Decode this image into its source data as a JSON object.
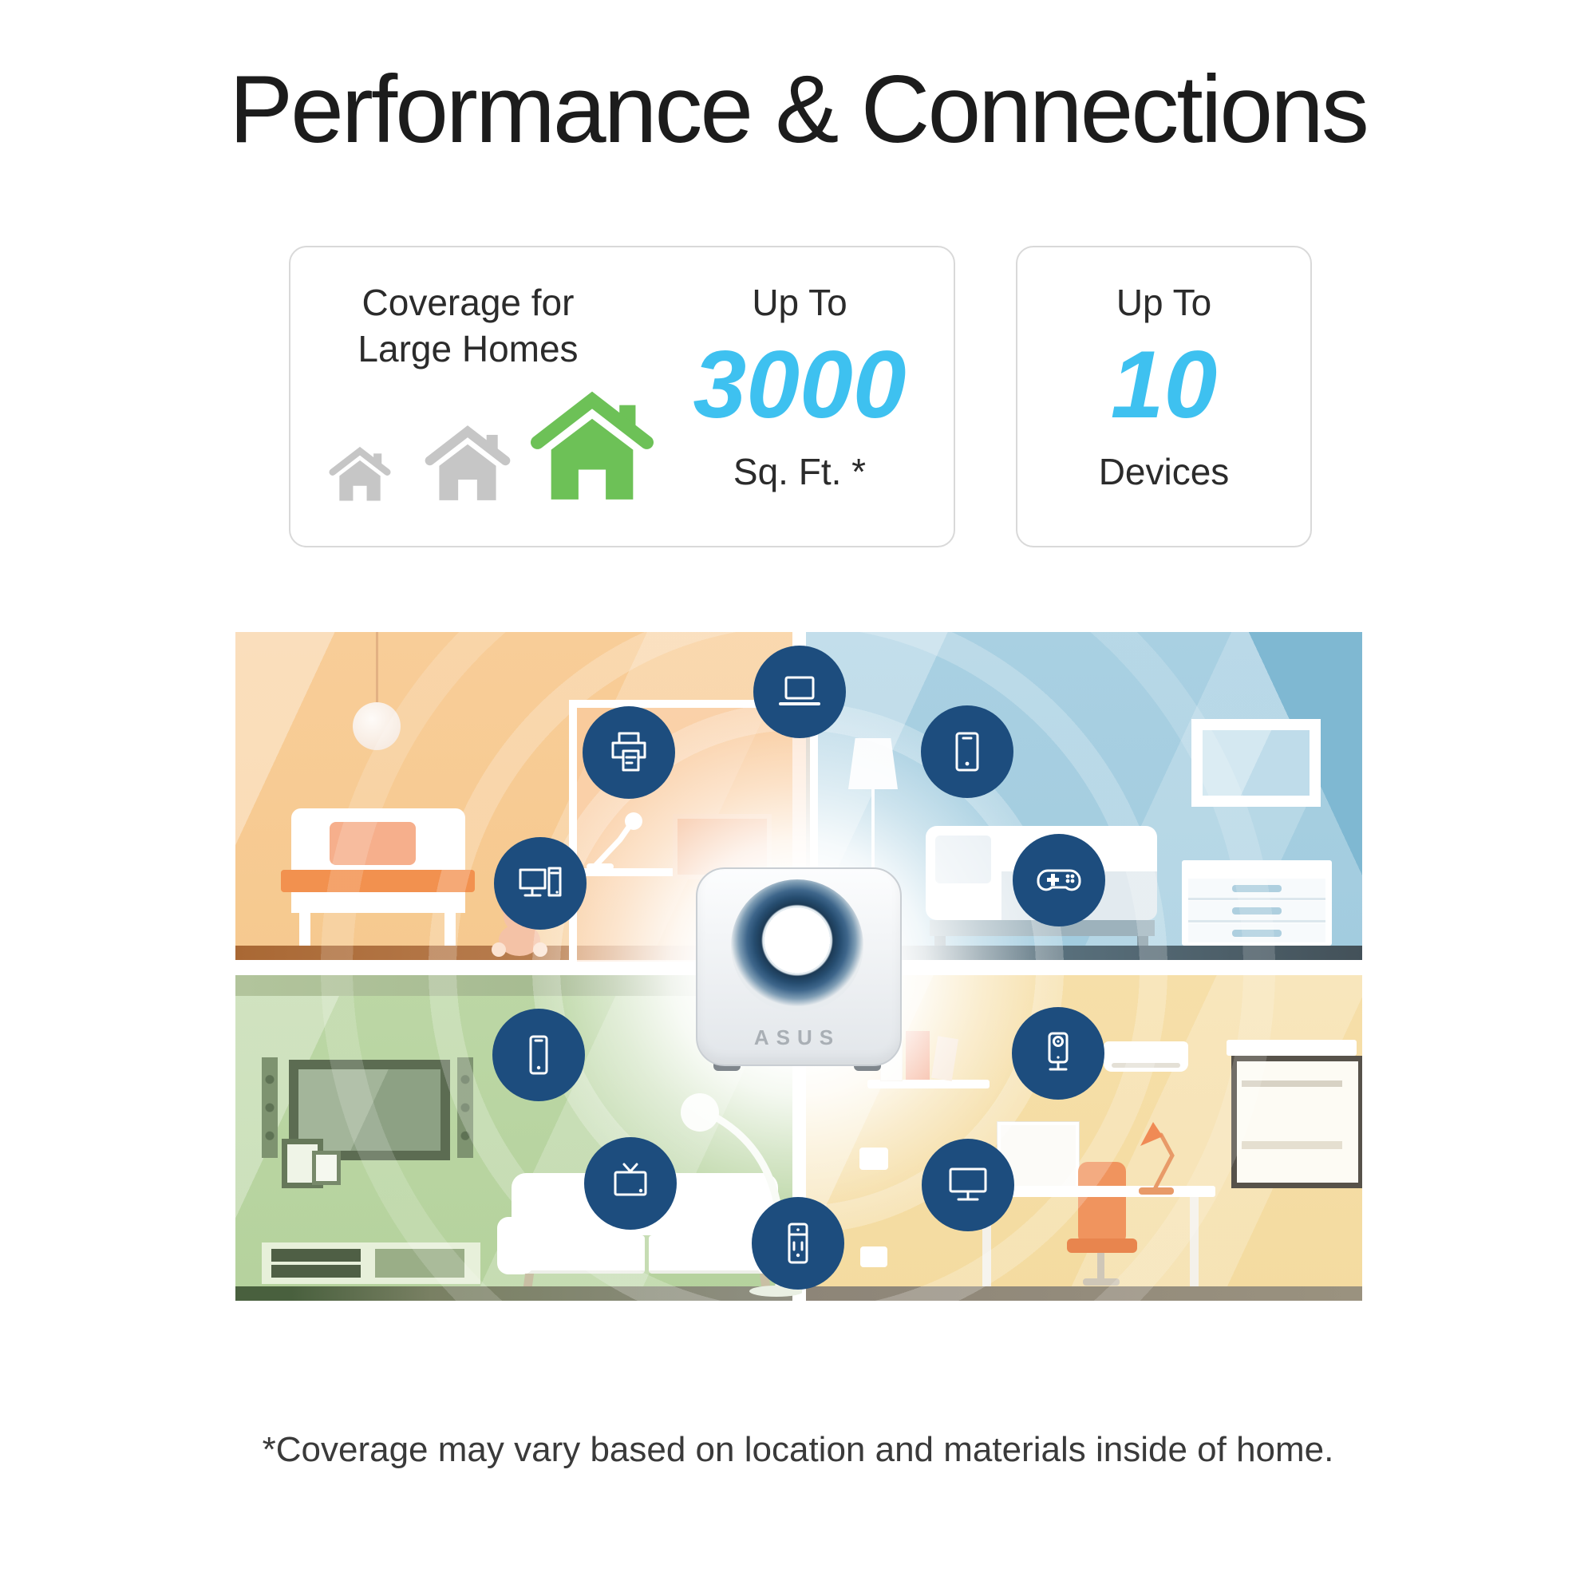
{
  "title": "Performance & Connections",
  "cards": {
    "coverage": {
      "label_line1": "Coverage for",
      "label_line2": "Large Homes",
      "up_to": "Up To",
      "value": "3000",
      "unit": "Sq. Ft. *",
      "houses": [
        "house-small-gray",
        "house-medium-gray",
        "house-large-green"
      ]
    },
    "devices": {
      "up_to": "Up To",
      "value": "10",
      "unit": "Devices"
    }
  },
  "illustration": {
    "router_brand": "ASUS",
    "rooms": [
      "bedroom-orange",
      "bedroom-blue",
      "living-room-green",
      "office-yellow"
    ],
    "device_icons": [
      "printer-icon",
      "laptop-icon",
      "tablet-icon",
      "desktop-pc-icon",
      "game-controller-icon",
      "smartphone-icon",
      "tv-icon",
      "smart-plug-icon",
      "ip-camera-icon",
      "monitor-icon"
    ]
  },
  "footnote": "*Coverage may vary based on location and materials inside of home.",
  "colors": {
    "accent_blue": "#3EC1F0",
    "icon_circle_navy": "#1D4D7E",
    "house_green": "#6DC157",
    "house_gray": "#C6C6C6",
    "room_orange": "#F8CD98",
    "room_blue": "#A9D0E2",
    "room_green": "#BCD7A5",
    "room_yellow": "#F6DFA9"
  }
}
